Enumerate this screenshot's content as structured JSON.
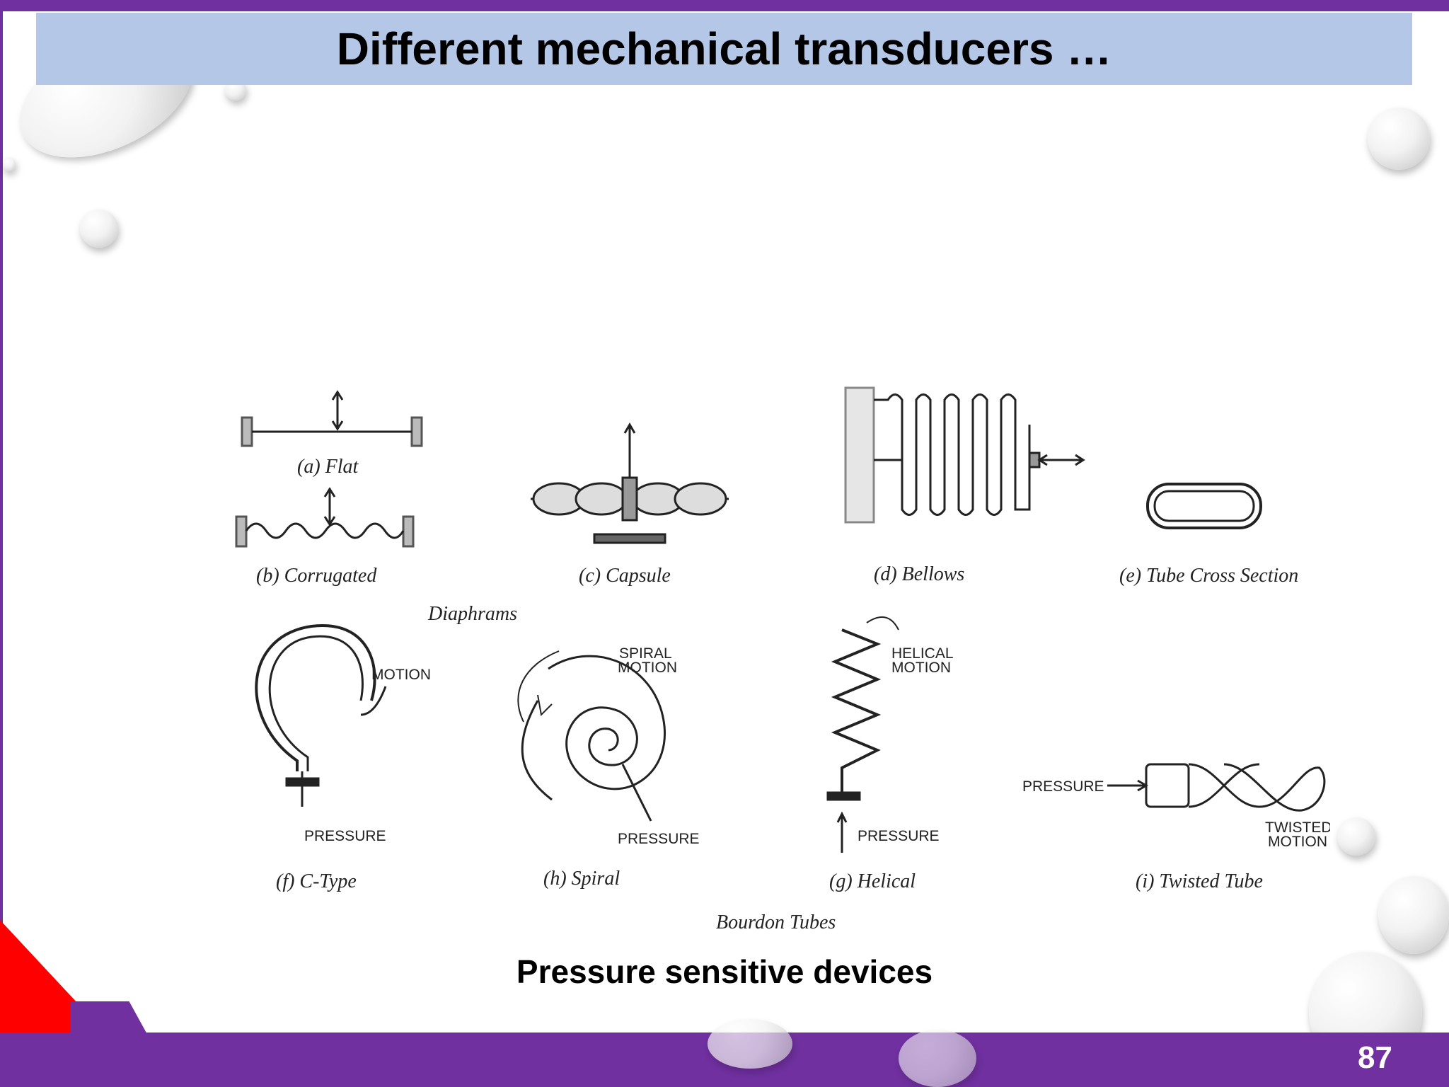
{
  "slide": {
    "title": "Different mechanical transducers …",
    "caption": "Pressure sensitive devices",
    "page_number": "87"
  },
  "figure": {
    "diaphragm_labels": [
      "(a) Flat",
      "(b) Corrugated",
      "(c) Capsule",
      "(d) Bellows",
      "(e) Tube Cross Section"
    ],
    "group_label_top": "Diaphrams",
    "bourdon_labels": [
      "(f) C-Type",
      "(h) Spiral",
      "(g) Helical",
      "(i) Twisted Tube"
    ],
    "group_label_bottom": "Bourdon Tubes",
    "callouts": {
      "motion": "MOTION",
      "spiral_motion_1": "SPIRAL",
      "spiral_motion_2": "MOTION",
      "helical_motion_1": "HELICAL",
      "helical_motion_2": "MOTION",
      "pressure": "PRESSURE",
      "twisted_motion_1": "TWISTED",
      "twisted_motion_2": "MOTION"
    }
  },
  "colors": {
    "accent_purple": "#7030a0",
    "title_bar": "#b4c7e7",
    "corner_red": "#ff0000"
  }
}
